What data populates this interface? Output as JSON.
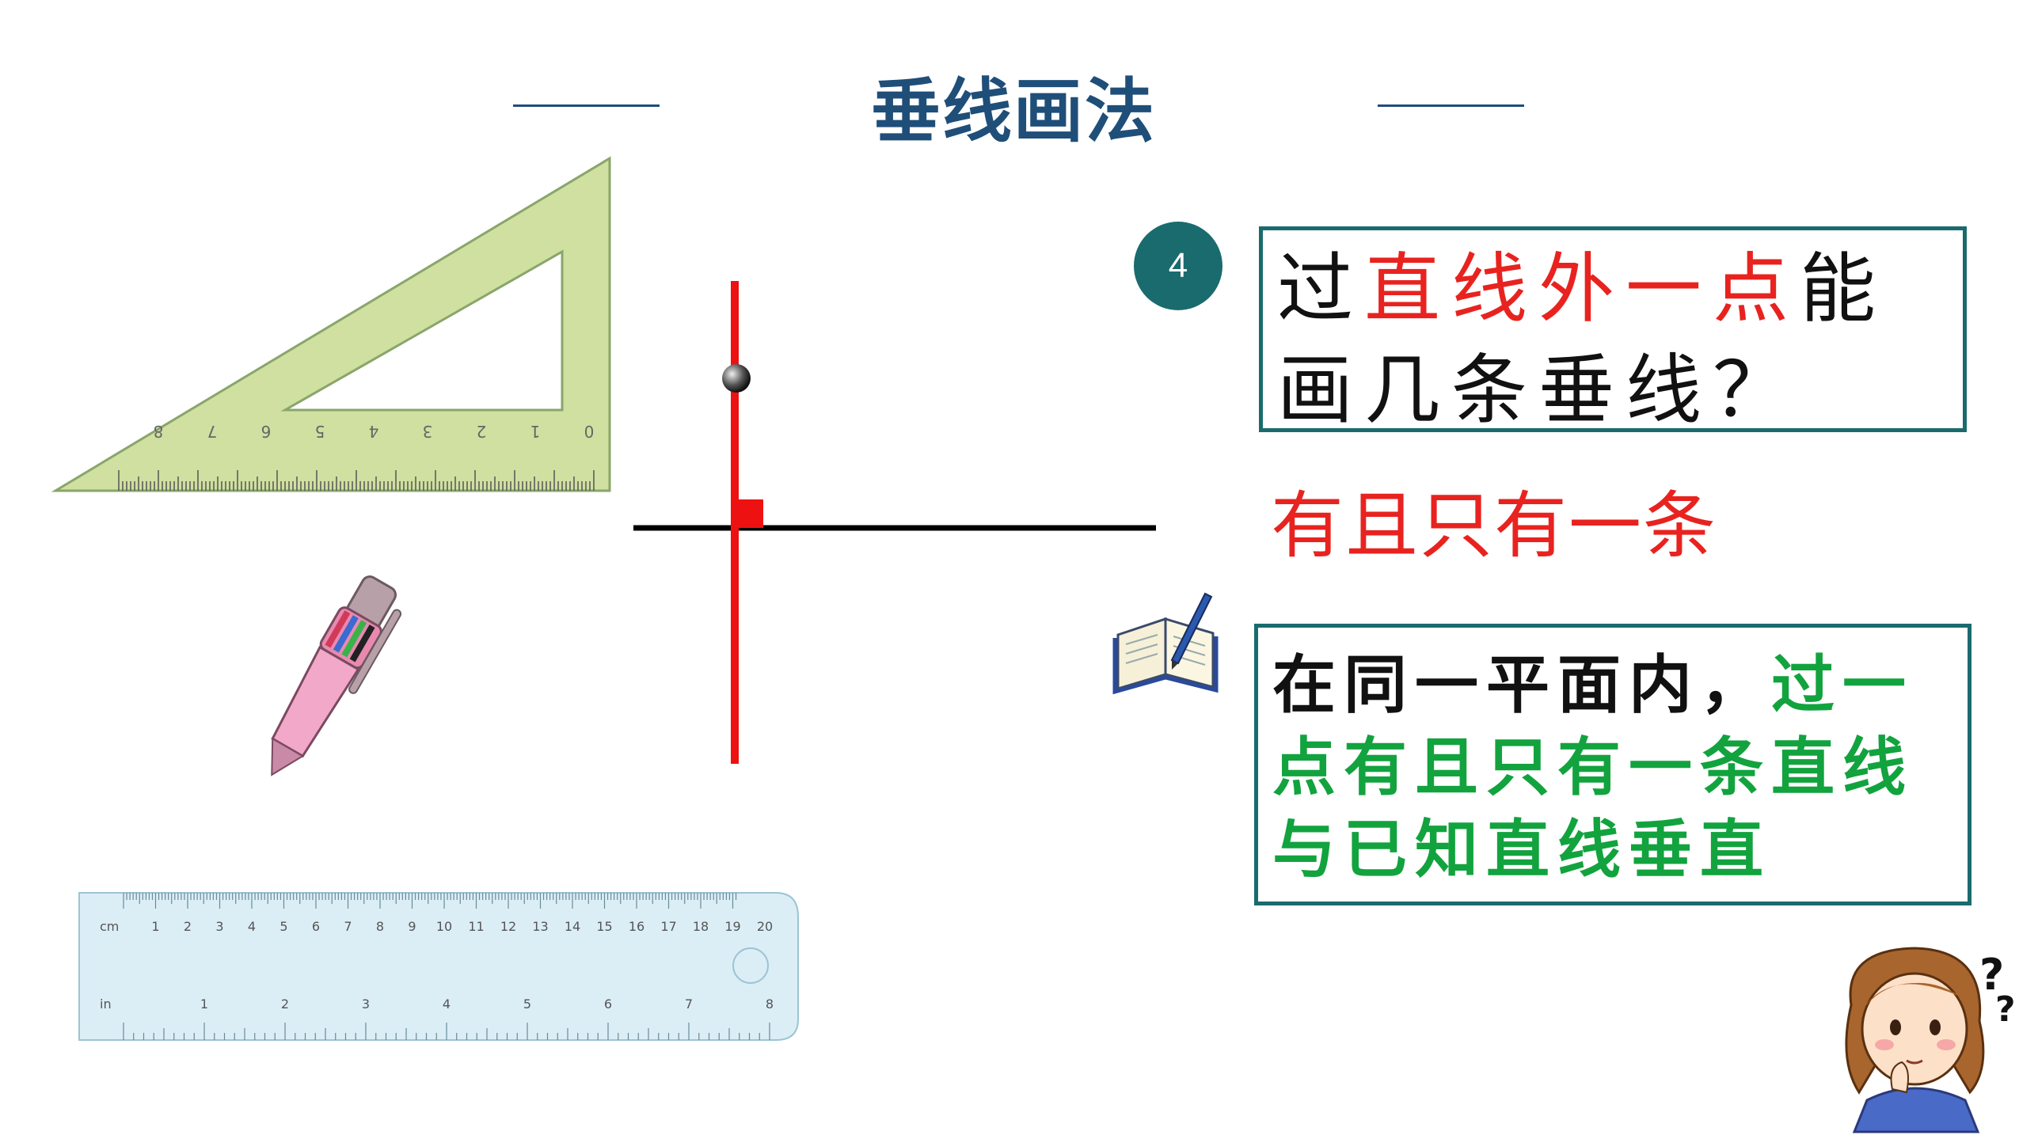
{
  "title": "垂线画法",
  "step_number": "4",
  "question": {
    "part1": "过",
    "highlight": "直线外一点",
    "part2": "能画几条垂线？"
  },
  "answer": "有且只有一条",
  "conclusion": {
    "part1": "在同一平面内，",
    "highlight": "过一点有且只有一条直线与已知直线垂直"
  },
  "triangle_ruler_ticks": [
    "8",
    "7",
    "6",
    "5",
    "4",
    "3",
    "2",
    "1",
    "0"
  ],
  "straight_ruler": {
    "cm_unit": "cm",
    "cm_ticks": [
      "1",
      "2",
      "3",
      "4",
      "5",
      "6",
      "7",
      "8",
      "9",
      "10",
      "11",
      "12",
      "13",
      "14",
      "15",
      "16",
      "17",
      "18",
      "19",
      "20"
    ],
    "in_unit": "in",
    "in_ticks": [
      "1",
      "2",
      "3",
      "4",
      "5",
      "6",
      "7",
      "8"
    ]
  },
  "colors": {
    "title": "#1f4e79",
    "accent_teal": "#1a6b6e",
    "red": "#e8231f",
    "green": "#12a33e",
    "triangle_fill": "#cfe0a0",
    "ruler_fill": "#dbeef6"
  },
  "icons": [
    "notebook-icon",
    "confused-girl-icon",
    "pen-icon"
  ]
}
